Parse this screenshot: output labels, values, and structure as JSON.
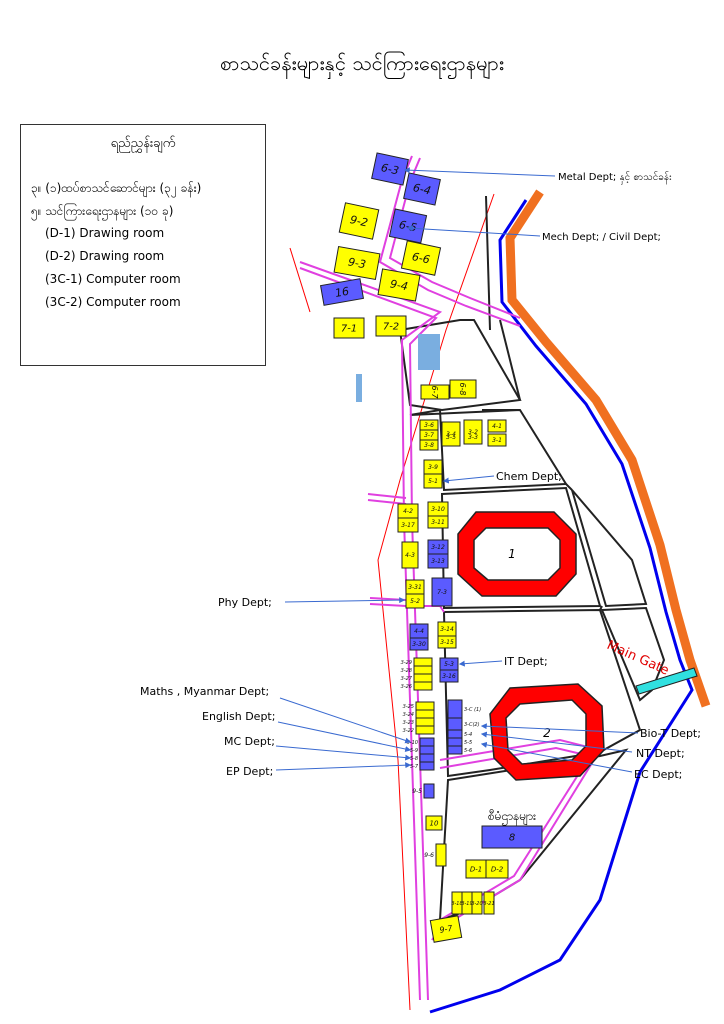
{
  "page": {
    "title": "စာသင်ခန်းများနှင့် သင်ကြားရေးဌာနများ"
  },
  "legend": {
    "title": "ရည်ညွှန်းချက်",
    "lines": [
      "၃။ (၁)ထပ်စာသင်ဆောင်များ (၃၂ ခန်း)",
      "၅။ သင်ကြားရေးဌာနများ (၁၀ ခု)",
      "(D-1) Drawing room",
      "(D-2) Drawing room",
      "(3C-1) Computer room",
      "(3C-2) Computer room"
    ]
  },
  "colors": {
    "classroom": "#ffff00",
    "department": "#5b5bff",
    "road": "#e040e0",
    "track": "#ff0000",
    "river": "#f07020",
    "boundary": "#0000ee",
    "gate": "#30e0e0",
    "pond": "#7aaee0",
    "label_arrow": "#3a6ad0",
    "gate_label": "#e00000"
  },
  "map": {
    "fields": [
      {
        "name": "field-1",
        "label": "1"
      },
      {
        "name": "field-2",
        "label": "2"
      }
    ],
    "main_gate": "Main Gate",
    "office_area": "စီမံဌာနများ",
    "buildings": [
      {
        "id": "6-3",
        "label": "6-3",
        "kind": "department"
      },
      {
        "id": "6-4",
        "label": "6-4",
        "kind": "department"
      },
      {
        "id": "6-5",
        "label": "6-5",
        "kind": "department"
      },
      {
        "id": "6-6",
        "label": "6-6",
        "kind": "classroom"
      },
      {
        "id": "9-2",
        "label": "9-2",
        "kind": "classroom"
      },
      {
        "id": "9-3",
        "label": "9-3",
        "kind": "classroom"
      },
      {
        "id": "9-4",
        "label": "9-4",
        "kind": "classroom"
      },
      {
        "id": "16",
        "label": "16",
        "kind": "department"
      },
      {
        "id": "7-1",
        "label": "7-1",
        "kind": "classroom"
      },
      {
        "id": "7-2",
        "label": "7-2",
        "kind": "classroom"
      },
      {
        "id": "6-7",
        "label": "6-7",
        "kind": "classroom"
      },
      {
        "id": "6-8",
        "label": "6-8",
        "kind": "classroom"
      },
      {
        "id": "3-6",
        "label": "3-6",
        "kind": "classroom"
      },
      {
        "id": "3-7",
        "label": "3-7",
        "kind": "classroom"
      },
      {
        "id": "3-8",
        "label": "3-8",
        "kind": "classroom"
      },
      {
        "id": "3-4",
        "label": "3-4",
        "kind": "classroom"
      },
      {
        "id": "3-5",
        "label": "3-5",
        "kind": "classroom"
      },
      {
        "id": "3-2",
        "label": "3-2",
        "kind": "classroom"
      },
      {
        "id": "3-3",
        "label": "3-3",
        "kind": "classroom"
      },
      {
        "id": "4-1",
        "label": "4-1",
        "kind": "classroom"
      },
      {
        "id": "3-1",
        "label": "3-1",
        "kind": "classroom"
      },
      {
        "id": "3-9",
        "label": "3-9",
        "kind": "classroom"
      },
      {
        "id": "5-1",
        "label": "5-1",
        "kind": "classroom"
      },
      {
        "id": "4-2",
        "label": "4-2",
        "kind": "classroom"
      },
      {
        "id": "3-17",
        "label": "3-17",
        "kind": "classroom"
      },
      {
        "id": "3-10",
        "label": "3-10",
        "kind": "classroom"
      },
      {
        "id": "3-11",
        "label": "3-11",
        "kind": "classroom"
      },
      {
        "id": "3-12",
        "label": "3-12",
        "kind": "department"
      },
      {
        "id": "3-13",
        "label": "3-13",
        "kind": "department"
      },
      {
        "id": "4-3",
        "label": "4-3",
        "kind": "classroom"
      },
      {
        "id": "3-31",
        "label": "3-31",
        "kind": "classroom"
      },
      {
        "id": "5-2",
        "label": "5-2",
        "kind": "classroom"
      },
      {
        "id": "7-3",
        "label": "7-3",
        "kind": "department"
      },
      {
        "id": "4-4",
        "label": "4-4",
        "kind": "department"
      },
      {
        "id": "3-30",
        "label": "3-30",
        "kind": "department"
      },
      {
        "id": "3-14",
        "label": "3-14",
        "kind": "classroom"
      },
      {
        "id": "3-15",
        "label": "3-15",
        "kind": "classroom"
      },
      {
        "id": "5-3",
        "label": "5-3",
        "kind": "department"
      },
      {
        "id": "3-16",
        "label": "3-16",
        "kind": "department"
      },
      {
        "id": "3-29",
        "label": "3-29",
        "kind": "classroom"
      },
      {
        "id": "3-28",
        "label": "3-28",
        "kind": "classroom"
      },
      {
        "id": "3-27",
        "label": "3-27",
        "kind": "classroom"
      },
      {
        "id": "3-26",
        "label": "3-26",
        "kind": "classroom"
      },
      {
        "id": "3-25",
        "label": "3-25",
        "kind": "classroom"
      },
      {
        "id": "3-24",
        "label": "3-24",
        "kind": "classroom"
      },
      {
        "id": "3-23",
        "label": "3-23",
        "kind": "classroom"
      },
      {
        "id": "3-22",
        "label": "3-22",
        "kind": "classroom"
      },
      {
        "id": "5-10",
        "label": "5-10",
        "kind": "department"
      },
      {
        "id": "5-9",
        "label": "5-9",
        "kind": "department"
      },
      {
        "id": "5-8",
        "label": "5-8",
        "kind": "department"
      },
      {
        "id": "5-7",
        "label": "5-7",
        "kind": "department"
      },
      {
        "id": "3-C(1)",
        "label": "3-C (1)",
        "kind": "department"
      },
      {
        "id": "3-C(2)",
        "label": "3-C(2)",
        "kind": "department"
      },
      {
        "id": "5-4",
        "label": "5-4",
        "kind": "department"
      },
      {
        "id": "5-5",
        "label": "5-5",
        "kind": "department"
      },
      {
        "id": "5-6",
        "label": "5-6",
        "kind": "department"
      },
      {
        "id": "9-5",
        "label": "9-5",
        "kind": "department"
      },
      {
        "id": "10",
        "label": "10",
        "kind": "classroom"
      },
      {
        "id": "8",
        "label": "8",
        "kind": "department"
      },
      {
        "id": "9-6",
        "label": "9-6",
        "kind": "classroom"
      },
      {
        "id": "D-1",
        "label": "D-1",
        "kind": "classroom"
      },
      {
        "id": "D-2",
        "label": "D-2",
        "kind": "classroom"
      },
      {
        "id": "3-18",
        "label": "3-18",
        "kind": "classroom"
      },
      {
        "id": "3-19",
        "label": "3-19",
        "kind": "classroom"
      },
      {
        "id": "3-20",
        "label": "3-20",
        "kind": "classroom"
      },
      {
        "id": "3-21",
        "label": "3-21",
        "kind": "classroom"
      },
      {
        "id": "9-7",
        "label": "9-7",
        "kind": "classroom"
      }
    ],
    "dept_labels": [
      {
        "id": "metal",
        "text": "Metal Dept; နှင့် စာသင်ခန်း"
      },
      {
        "id": "mech",
        "text": "Mech Dept; / Civil Dept;"
      },
      {
        "id": "chem",
        "text": "Chem Dept;"
      },
      {
        "id": "phy",
        "text": "Phy Dept;"
      },
      {
        "id": "it",
        "text": "IT Dept;"
      },
      {
        "id": "maths",
        "text": "Maths , Myanmar Dept;"
      },
      {
        "id": "english",
        "text": "English Dept;"
      },
      {
        "id": "mc",
        "text": "MC Dept;"
      },
      {
        "id": "ep",
        "text": "EP Dept;"
      },
      {
        "id": "biot",
        "text": "Bio-T Dept;"
      },
      {
        "id": "nt",
        "text": "NT Dept;"
      },
      {
        "id": "ec",
        "text": "EC Dept;"
      }
    ]
  }
}
